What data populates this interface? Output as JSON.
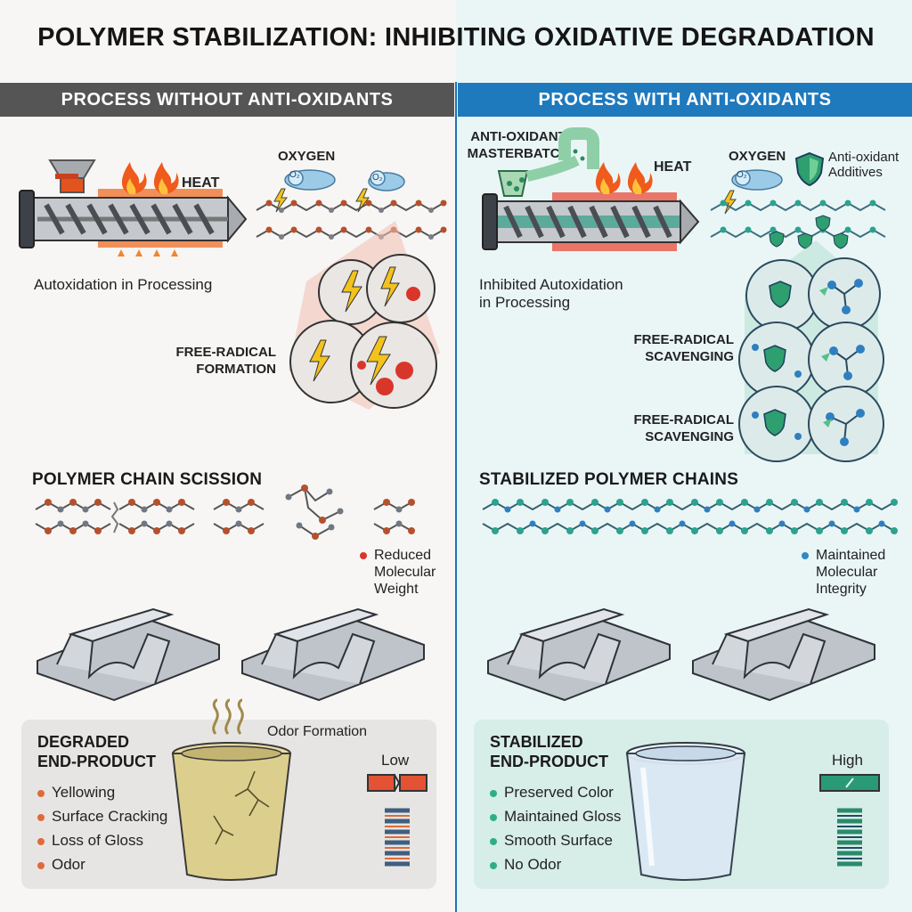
{
  "title": "POLYMER STABILIZATION: INHIBITING OXIDATIVE DEGRADATION",
  "colors": {
    "left_banner": "#555555",
    "right_banner": "#1f79bd",
    "radical": "#d9362b",
    "antioxidant_green": "#2e9f6e",
    "stable_chain": "#2aa38f"
  },
  "left": {
    "banner": "PROCESS WITHOUT ANTI-OXIDANTS",
    "heat_label": "HEAT",
    "oxygen_label": "OXYGEN",
    "o2_symbol": "O₂",
    "process_caption": "Autoxidation in Processing",
    "radical_label_1": "FREE-RADICAL",
    "radical_label_2": "FORMATION",
    "chain_heading": "POLYMER CHAIN SCISSION",
    "mw_1": "Reduced",
    "mw_2": "Molecular",
    "mw_3": "Weight",
    "product_title_1": "DEGRADED",
    "product_title_2": "END-PRODUCT",
    "odor_label": "Odor Formation",
    "properties": [
      "Yellowing",
      "Surface Cracking",
      "Loss of Gloss",
      "Odor"
    ],
    "strength_label": "Low"
  },
  "right": {
    "banner": "PROCESS WITH ANTI-OXIDANTS",
    "masterbatch_1": "ANTI-OXIDANT",
    "masterbatch_2": "MASTERBATCH",
    "heat_label": "HEAT",
    "oxygen_label": "OXYGEN",
    "o2_symbol": "O₂",
    "additives_1": "Anti-oxidant",
    "additives_2": "Additives",
    "process_caption_1": "Inhibited Autoxidation",
    "process_caption_2": "in Processing",
    "scav_a_1": "FREE-RADICAL",
    "scav_a_2": "SCAVENGING",
    "scav_b_1": "FREE-RADICAL",
    "scav_b_2": "SCAVENGING",
    "chain_heading": "STABILIZED POLYMER CHAINS",
    "mi_1": "Maintained",
    "mi_2": "Molecular",
    "mi_3": "Integrity",
    "product_title_1": "STABILIZED",
    "product_title_2": "END-PRODUCT",
    "properties": [
      "Preserved Color",
      "Maintained Gloss",
      "Smooth Surface",
      "No Odor"
    ],
    "strength_label": "High"
  }
}
